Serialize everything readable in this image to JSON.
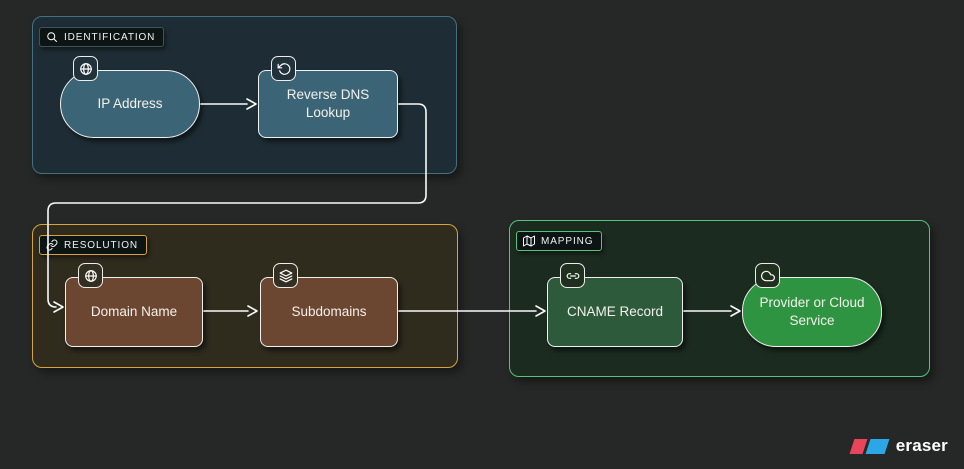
{
  "brand": {
    "name": "eraser"
  },
  "groups": [
    {
      "label": "IDENTIFICATION",
      "icon": "search-icon",
      "bg": "#1e2d35",
      "border": "#44707f"
    },
    {
      "label": "RESOLUTION",
      "icon": "link-icon",
      "bg": "#2f2c1e",
      "border": "#d9a23c"
    },
    {
      "label": "MAPPING",
      "icon": "map-icon",
      "bg": "#1c2b20",
      "border": "#57c27b"
    }
  ],
  "nodes": [
    {
      "label": "IP Address",
      "icon": "globe-icon",
      "shape": "rounded",
      "fill": "#3b6577",
      "group": "IDENTIFICATION"
    },
    {
      "label": "Reverse DNS Lookup",
      "icon": "rotate-ccw-icon",
      "shape": "rect",
      "fill": "#3b6577",
      "group": "IDENTIFICATION"
    },
    {
      "label": "Domain Name",
      "icon": "globe-icon",
      "shape": "rect",
      "fill": "#6b4630",
      "group": "RESOLUTION"
    },
    {
      "label": "Subdomains",
      "icon": "layers-icon",
      "shape": "rect",
      "fill": "#6b4630",
      "group": "RESOLUTION"
    },
    {
      "label": "CNAME Record",
      "icon": "link-horizontal-icon",
      "shape": "rect",
      "fill": "#2d5a3b",
      "group": "MAPPING"
    },
    {
      "label": "Provider or Cloud Service",
      "icon": "cloud-icon",
      "shape": "rounded",
      "fill": "#2f9441",
      "group": "MAPPING"
    }
  ],
  "edges": [
    {
      "from": "IP Address",
      "to": "Reverse DNS Lookup"
    },
    {
      "from": "Reverse DNS Lookup",
      "to": "Domain Name"
    },
    {
      "from": "Domain Name",
      "to": "Subdomains"
    },
    {
      "from": "Subdomains",
      "to": "CNAME Record"
    },
    {
      "from": "CNAME Record",
      "to": "Provider or Cloud Service"
    }
  ],
  "colors": {
    "canvas_bg": "#262827",
    "edge_stroke": "#fafafa",
    "node_border": "#f1f1f1",
    "node_text": "#f3f1ea",
    "watermark_red": "#e8455a",
    "watermark_blue": "#2ba7e8"
  }
}
